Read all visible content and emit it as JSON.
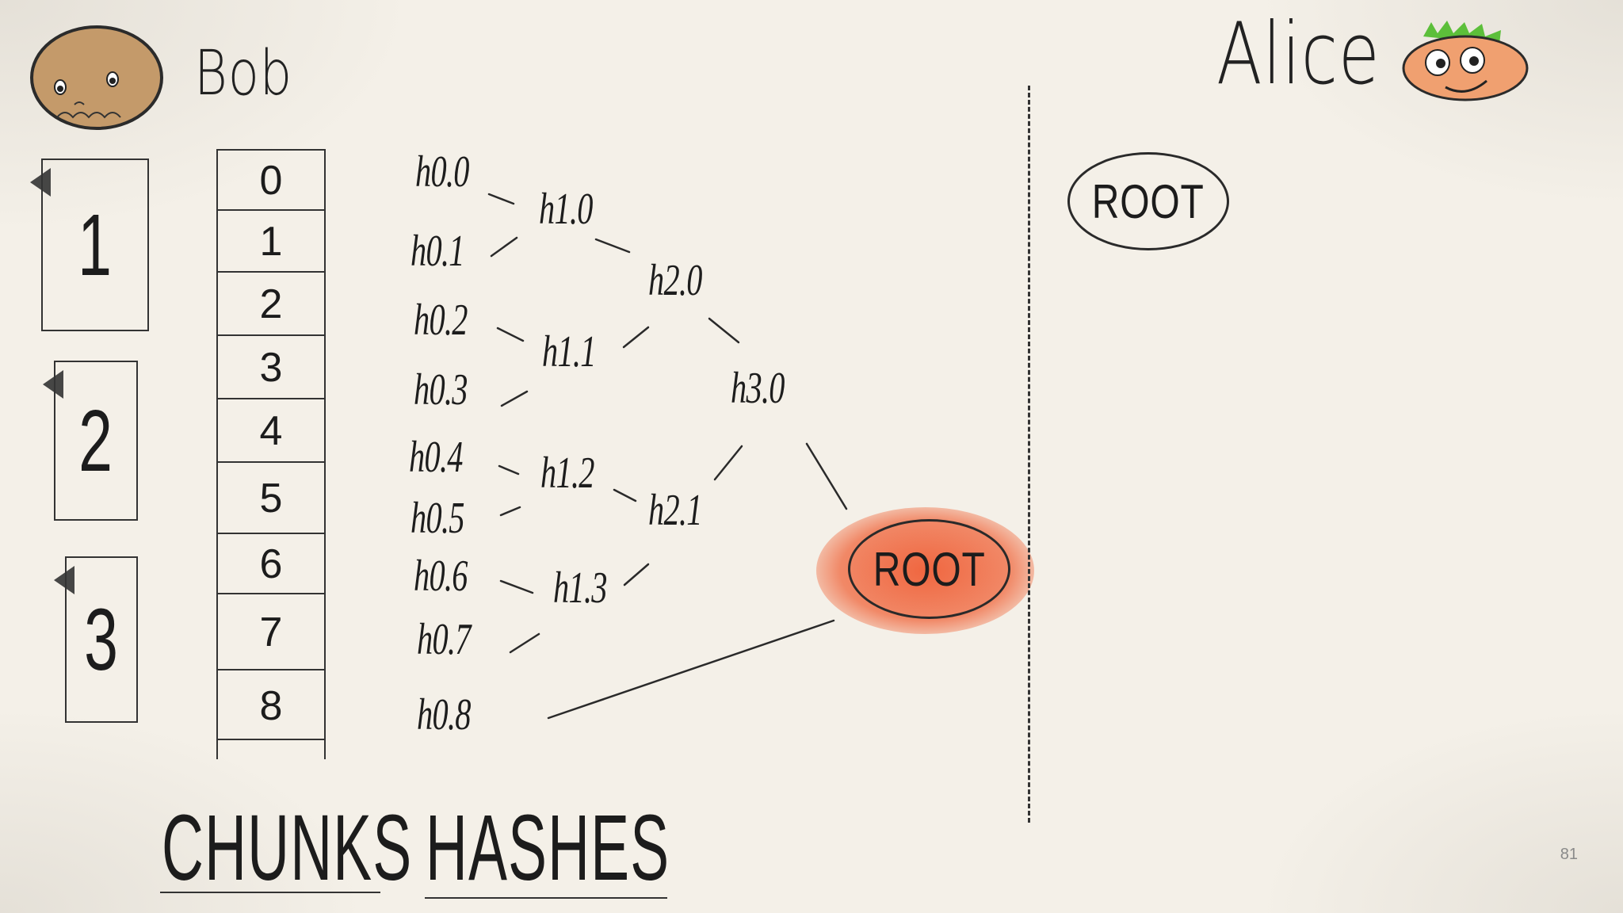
{
  "people": {
    "bob": {
      "name": "Bob"
    },
    "alice": {
      "name": "Alice"
    }
  },
  "documents": [
    {
      "label": "1"
    },
    {
      "label": "2"
    },
    {
      "label": "3"
    }
  ],
  "chunks": [
    "0",
    "1",
    "2",
    "3",
    "4",
    "5",
    "6",
    "7",
    "8"
  ],
  "hashes": {
    "level0": [
      "h0.0",
      "h0.1",
      "h0.2",
      "h0.3",
      "h0.4",
      "h0.5",
      "h0.6",
      "h0.7",
      "h0.8"
    ],
    "level1": [
      "h1.0",
      "h1.1",
      "h1.2",
      "h1.3"
    ],
    "level2": [
      "h2.0",
      "h2.1"
    ],
    "level3": [
      "h3.0"
    ]
  },
  "root_label": "ROOT",
  "alice_root_label": "ROOT",
  "captions": {
    "chunks": "CHUNKS",
    "hashes": "HASHES"
  },
  "page_number": "81",
  "colors": {
    "root_highlight": "#ef5a33",
    "bob_face": "#c49a6a",
    "alice_face": "#f0a070",
    "alice_hair": "#5cbf3a"
  }
}
